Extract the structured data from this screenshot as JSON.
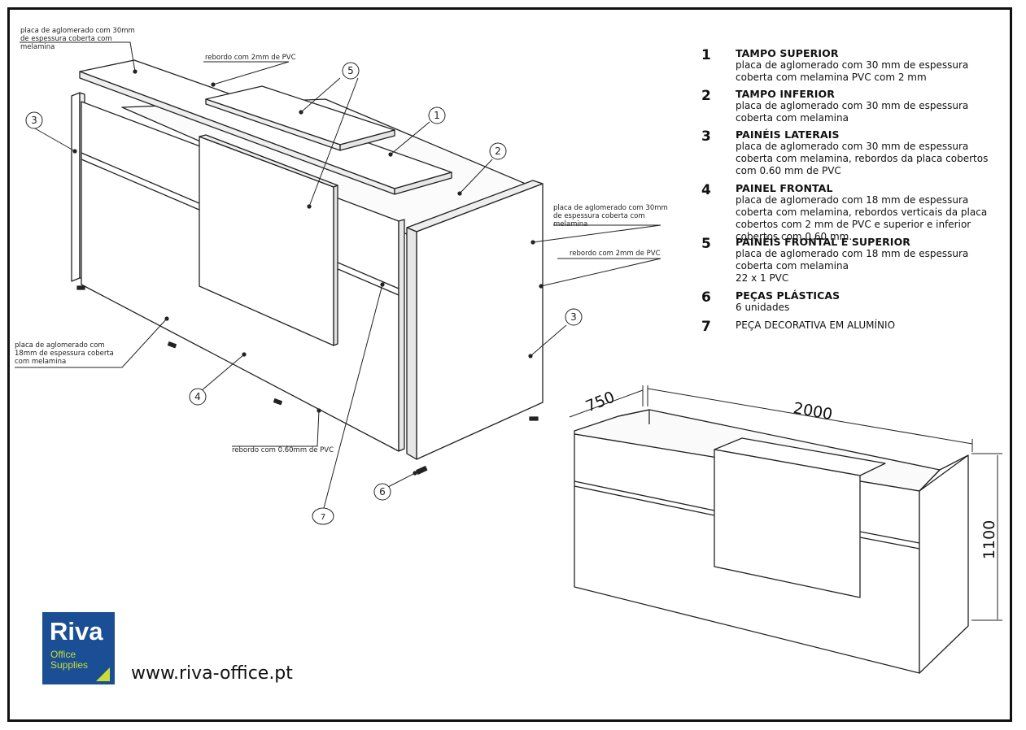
{
  "legend": [
    {
      "num": "1",
      "title": "TAMPO SUPERIOR",
      "desc": "placa de aglomerado com 30 mm de espessura coberta com melamina PVC com 2 mm"
    },
    {
      "num": "2",
      "title": "TAMPO INFERIOR",
      "desc": "placa de aglomerado com 30 mm de espessura coberta com melamina"
    },
    {
      "num": "3",
      "title": "PAINÉIS LATERAIS",
      "desc": "placa de aglomerado com 30 mm de espessura coberta com melamina, rebordos da placa cobertos com 0.60 mm de PVC"
    },
    {
      "num": "4",
      "title": "PAINEL FRONTAL",
      "desc": "placa de aglomerado com 18 mm de espessura coberta com melamina, rebordos verticais da placa cobertos com 2 mm de PVC e superior e inferior cobertos com 0.60 mm."
    },
    {
      "num": "5",
      "title": "PAINÉIS FRONTAL E SUPERIOR",
      "desc": "placa de aglomerado com 18 mm de espessura coberta com melamina",
      "desc2": "22 x 1 PVC"
    },
    {
      "num": "6",
      "title": "PEÇAS PLÁSTICAS",
      "desc": "6 unidades"
    },
    {
      "num": "7",
      "desc": "PEÇA DECORATIVA EM ALUMÍNIO"
    }
  ],
  "notes": {
    "top_left": "placa de aglomerado com 30mm de espessura coberta com melamina",
    "rebordo_top": "rebordo com 2mm de PVC",
    "right_panel": "placa de aglomerado com 30mm de espessura coberta com melamina",
    "rebordo_right": "rebordo com 2mm de PVC",
    "front_panel": "placa de aglomerado com 18mm de espessura coberta com melamina",
    "rebordo_bottom": "rebordo com 0.60mm de PVC"
  },
  "callouts": [
    "1",
    "2",
    "3",
    "3",
    "4",
    "5",
    "6",
    "7"
  ],
  "dimensions": {
    "depth": "750",
    "width": "2000",
    "height": "1100"
  },
  "brand": {
    "name": "Riva",
    "line1": "Office",
    "line2": "Supplies",
    "website": "www.riva-office.pt",
    "color": "#1b4f95",
    "accent": "#c9dd36"
  }
}
